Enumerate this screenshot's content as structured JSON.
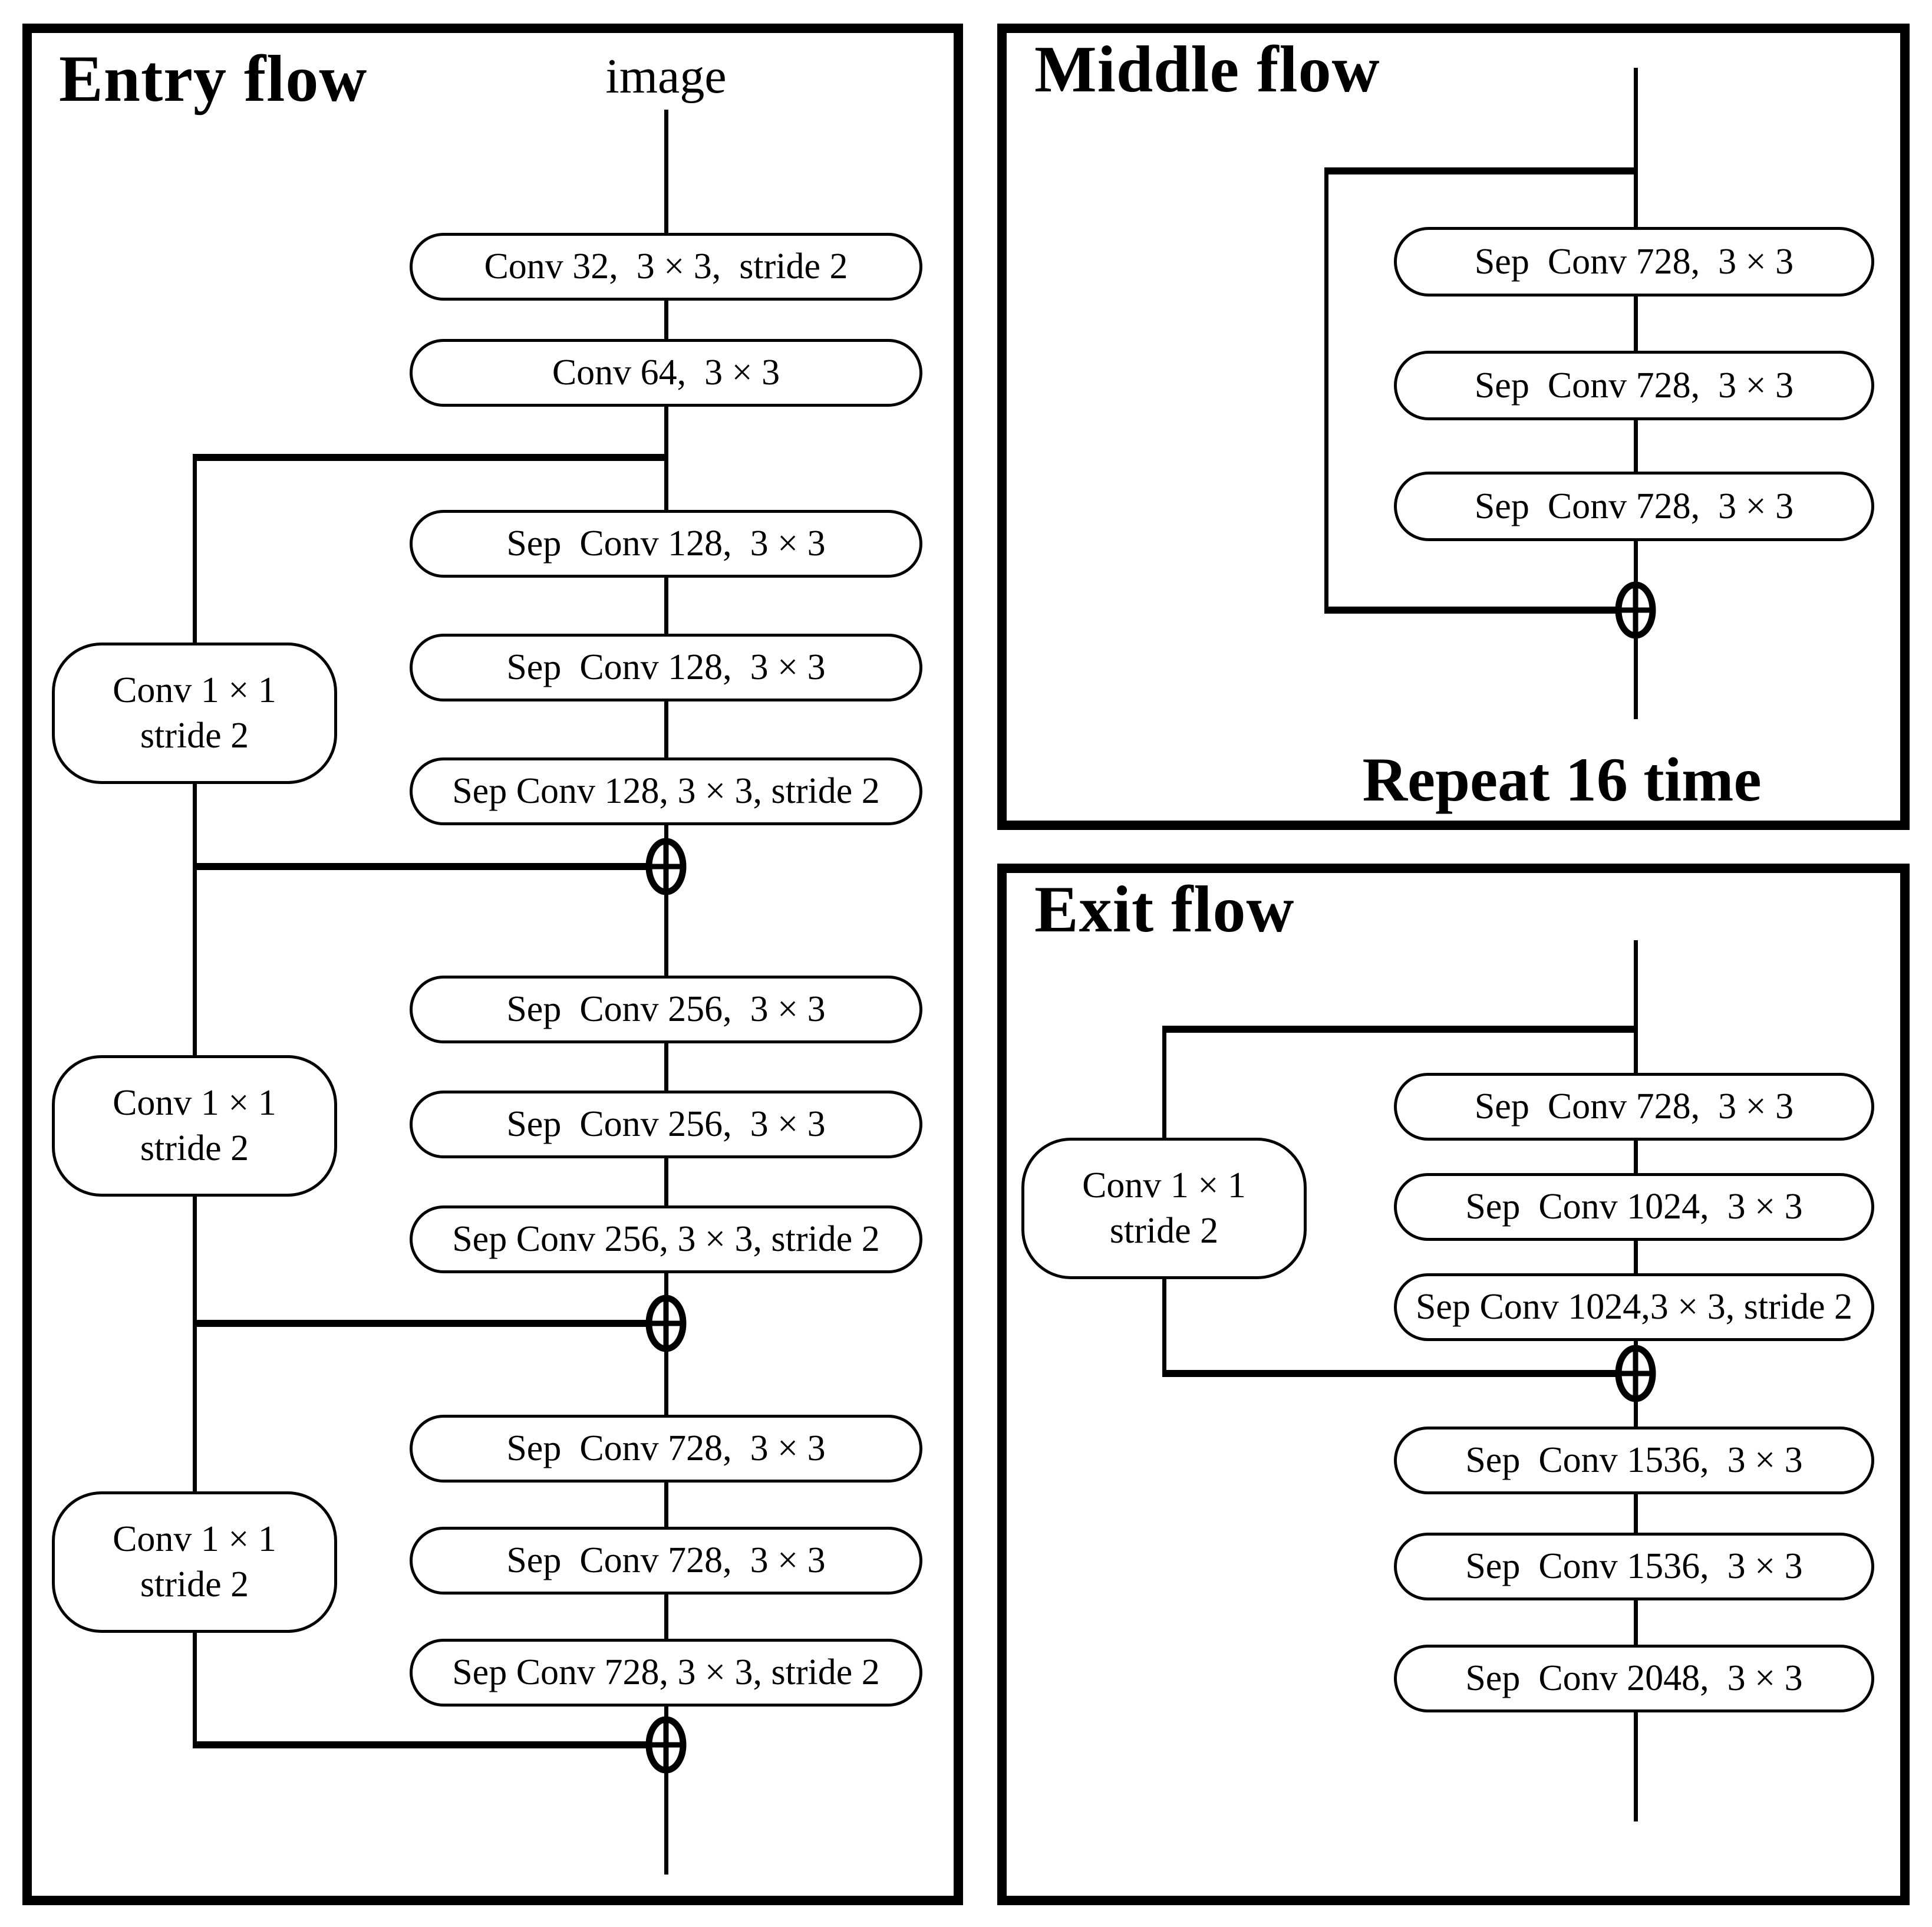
{
  "colors": {
    "ink": "#000000",
    "paper": "#ffffff"
  },
  "entry": {
    "title": "Entry flow",
    "input_label": "image",
    "nodes": {
      "conv32": "Conv 32,  3 × 3,  stride 2",
      "conv64": "Conv 64,  3 × 3",
      "sep128_1": "Sep  Conv 128,  3 × 3",
      "sep128_2": "Sep  Conv 128,  3 × 3",
      "sep128_s": "Sep Conv 128, 3 × 3, stride 2",
      "sep256_1": "Sep  Conv 256,  3 × 3",
      "sep256_2": "Sep  Conv 256,  3 × 3",
      "sep256_s": "Sep Conv 256, 3 × 3, stride 2",
      "sep728_1": "Sep  Conv 728,  3 × 3",
      "sep728_2": "Sep  Conv 728,  3 × 3",
      "sep728_s": "Sep Conv 728, 3 × 3, stride 2"
    },
    "skip1": {
      "line1": "Conv 1 × 1",
      "line2": "stride 2"
    },
    "skip2": {
      "line1": "Conv 1 × 1",
      "line2": "stride 2"
    },
    "skip3": {
      "line1": "Conv 1 × 1",
      "line2": "stride 2"
    },
    "merge_icon": "circled-plus"
  },
  "middle": {
    "title": "Middle flow",
    "nodes": {
      "sep728_1": "Sep  Conv 728,  3 × 3",
      "sep728_2": "Sep  Conv 728,  3 × 3",
      "sep728_3": "Sep  Conv 728,  3 × 3"
    },
    "repeat_label": "Repeat 16 time",
    "merge_icon": "circled-plus"
  },
  "exit": {
    "title": "Exit flow",
    "nodes": {
      "sep728": "Sep  Conv 728,  3 × 3",
      "sep1024": "Sep  Conv 1024,  3 × 3",
      "sep1024_s": "Sep Conv 1024,3 × 3, stride 2",
      "sep1536_1": "Sep  Conv 1536,  3 × 3",
      "sep1536_2": "Sep  Conv 1536,  3 × 3",
      "sep2048": "Sep  Conv 2048,  3 × 3"
    },
    "skip": {
      "line1": "Conv 1 × 1",
      "line2": "stride 2"
    },
    "merge_icon": "circled-plus"
  }
}
